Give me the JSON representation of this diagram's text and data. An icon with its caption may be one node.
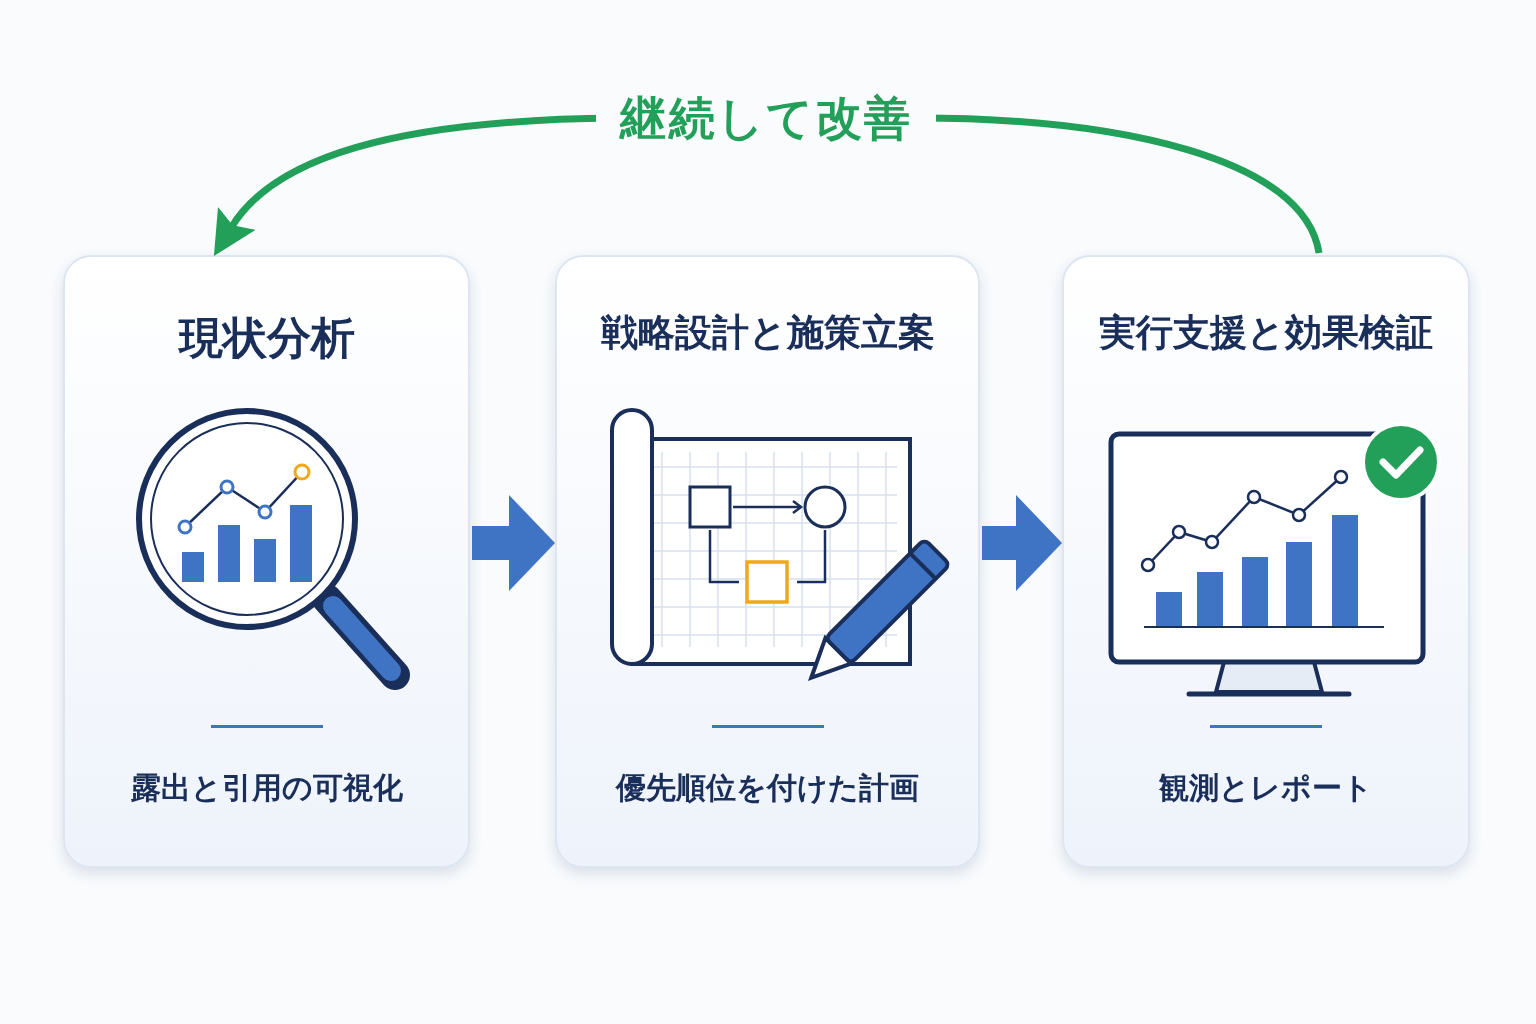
{
  "diagram": {
    "nodes": [
      {
        "text": [
          "現状分析",
          "露出と引用の可視化"
        ]
      },
      {
        "text": [
          "戦略設計と施策立案",
          "優先順位を付けた計画"
        ]
      },
      {
        "text": [
          "実行支援と効果検証",
          "観測とレポート"
        ]
      }
    ],
    "edges": [
      {
        "from": 0,
        "to": 1,
        "arrow": "to"
      },
      {
        "from": 1,
        "to": 2,
        "arrow": "to"
      },
      {
        "from": 2,
        "to": 0,
        "arrow": "to",
        "label": "継続して改善",
        "color": "#22a05a"
      }
    ]
  }
}
